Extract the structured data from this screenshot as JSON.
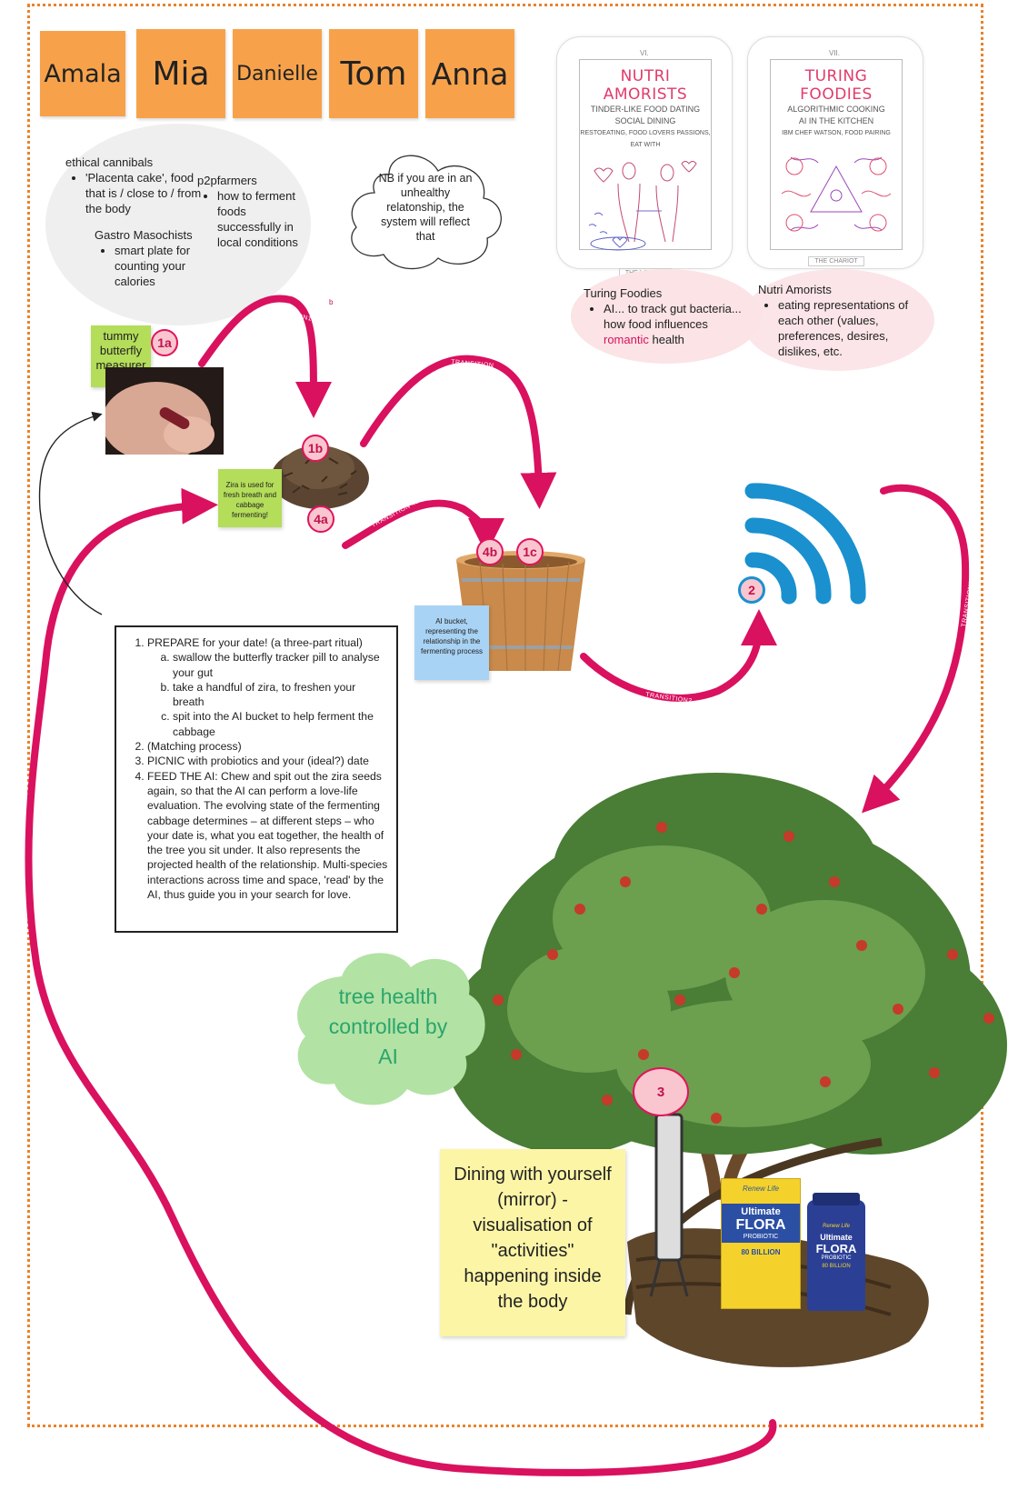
{
  "names": [
    "Amala",
    "Mia",
    "Danielle",
    "Tom",
    "Anna"
  ],
  "ideas": {
    "ethical_cannibals": {
      "title": "ethical cannibals",
      "bullet": "'Placenta cake', food that is / close to / from the body"
    },
    "p2pfarmers": {
      "title": "p2pfarmers",
      "bullet": "how to ferment foods successfully in local conditions"
    },
    "gastro_masochists": {
      "title": "Gastro Masochists",
      "bullet": "smart plate for counting your calories"
    }
  },
  "cloud_note": "NB if you are in an unhealthy relatonship, the system will reflect that",
  "small_mark": "b",
  "cards": [
    {
      "numeral": "VI.",
      "title": "NUTRI AMORISTS",
      "sub1": "TINDER-LIKE FOOD DATING",
      "sub2": "SOCIAL DINING",
      "sub3": "RESTOEATING, FOOD LOVERS PASSIONS, EAT WITH",
      "footer": "THE LOVERS"
    },
    {
      "numeral": "VII.",
      "title": "TURING FOODIES",
      "sub1": "ALGORITHMIC COOKING",
      "sub2": "AI IN THE KITCHEN",
      "sub3": "IBM CHEF WATSON, FOOD PAIRING",
      "footer": "THE CHARIOT"
    }
  ],
  "descriptions": {
    "turing": {
      "title": "Turing Foodies",
      "bullet_a": "AI... to track gut bacteria... how food influences",
      "highlight": "romantic",
      "bullet_b": "health"
    },
    "nutri": {
      "title": "Nutri Amorists",
      "bullet": "eating representations of each other (values, preferences, desires, dislikes, etc."
    }
  },
  "sticky": {
    "tummy": "tummy butterfly measurer",
    "zira": "Zira is used for fresh breath and cabbage fermenting!",
    "bucket": "AI bucket, representing the relationship in the fermenting process",
    "tree_cloud": "tree health controlled by AI",
    "dining": "Dining with yourself (mirror) - visualisation of \"activities\" happening inside the body"
  },
  "badges": {
    "b1a": "1a",
    "b1b": "1b",
    "b4a": "4a",
    "b4b": "4b",
    "b1c": "1c",
    "b2": "2",
    "b3": "3"
  },
  "transitions": {
    "t1": "TRANSITION1",
    "t1b": "TRANSITION",
    "t4": "TRANSITION 4b",
    "t2": "TRANSITION2",
    "t3": "TRANSITION3",
    "t4a": "TRANSITION 4a"
  },
  "steps": {
    "s1": "PREPARE for your date! (a three-part ritual)",
    "s1a": "swallow the butterfly tracker pill to analyse your gut",
    "s1b": "take a handful of zira, to freshen your breath",
    "s1c": "spit into the AI bucket to help ferment the cabbage",
    "s2": "(Matching process)",
    "s3": "PICNIC with probiotics and your (ideal?) date",
    "s4": "FEED THE AI: Chew and spit out the zira seeds again, so that the AI can perform a love-life evaluation. The evolving state of the fermenting cabbage determines – at different steps – who your date is, what you eat together, the health of the tree you sit under. It also represents the projected health of the relationship. Multi-species interactions across time and space, 'read' by the AI, thus guide you in your search for love."
  },
  "probiotic": {
    "brand": "Renew Life",
    "line": "Ultimate",
    "product": "FLORA",
    "type": "PROBIOTIC",
    "dose": "80 BILLION"
  },
  "colors": {
    "orange": "#f7a24b",
    "pink": "#d9115f",
    "blue": "#1a90cf",
    "green_note": "#b4dd5a",
    "blue_note": "#a9d3f4",
    "yellow_note": "#fcf5a6",
    "cloud_green": "#b2e2a4",
    "cloud_text": "#2aa56b"
  }
}
